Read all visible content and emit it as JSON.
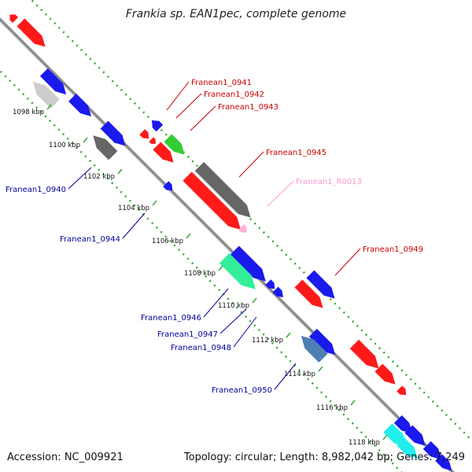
{
  "title": "Frankia sp. EAN1pec, complete genome",
  "accession": "Accession: NC_009921",
  "topology": "Topology: circular; Length: 8,982,042 bp; Genes: 7,249",
  "kbp_ticks": [
    "1098 kbp",
    "1100 kbp",
    "1102 kbp",
    "1104 kbp",
    "1106 kbp",
    "1108 kbp",
    "1110 kbp",
    "1112 kbp",
    "1114 kbp",
    "1116 kbp",
    "1118 kbp"
  ],
  "gene_labels": [
    {
      "text": "Franean1_0941",
      "color": "#cc0000"
    },
    {
      "text": "Franean1_0942",
      "color": "#cc0000"
    },
    {
      "text": "Franean1_0943",
      "color": "#cc0000"
    },
    {
      "text": "Franean1_0945",
      "color": "#cc0000"
    },
    {
      "text": "Franean1_R0013",
      "color": "#ff99cc"
    },
    {
      "text": "Franean1_0949",
      "color": "#cc0000"
    },
    {
      "text": "Franean1_0940",
      "color": "#000099"
    },
    {
      "text": "Franean1_0944",
      "color": "#000099"
    },
    {
      "text": "Franean1_0946",
      "color": "#000099"
    },
    {
      "text": "Franean1_0947",
      "color": "#000099"
    },
    {
      "text": "Franean1_0948",
      "color": "#000099"
    },
    {
      "text": "Franean1_0950",
      "color": "#000099"
    }
  ],
  "colors": {
    "backbone": "#888888",
    "dots": "#33aa33",
    "red": "#ff1a1a",
    "blue": "#1a1aee",
    "gray": "#666666",
    "lightgray": "#cccccc",
    "green": "#33cc33",
    "seagreen": "#33ee99",
    "steelblue": "#4d7fb3",
    "cyan": "#22eeee",
    "pink": "#ffb3d9"
  }
}
